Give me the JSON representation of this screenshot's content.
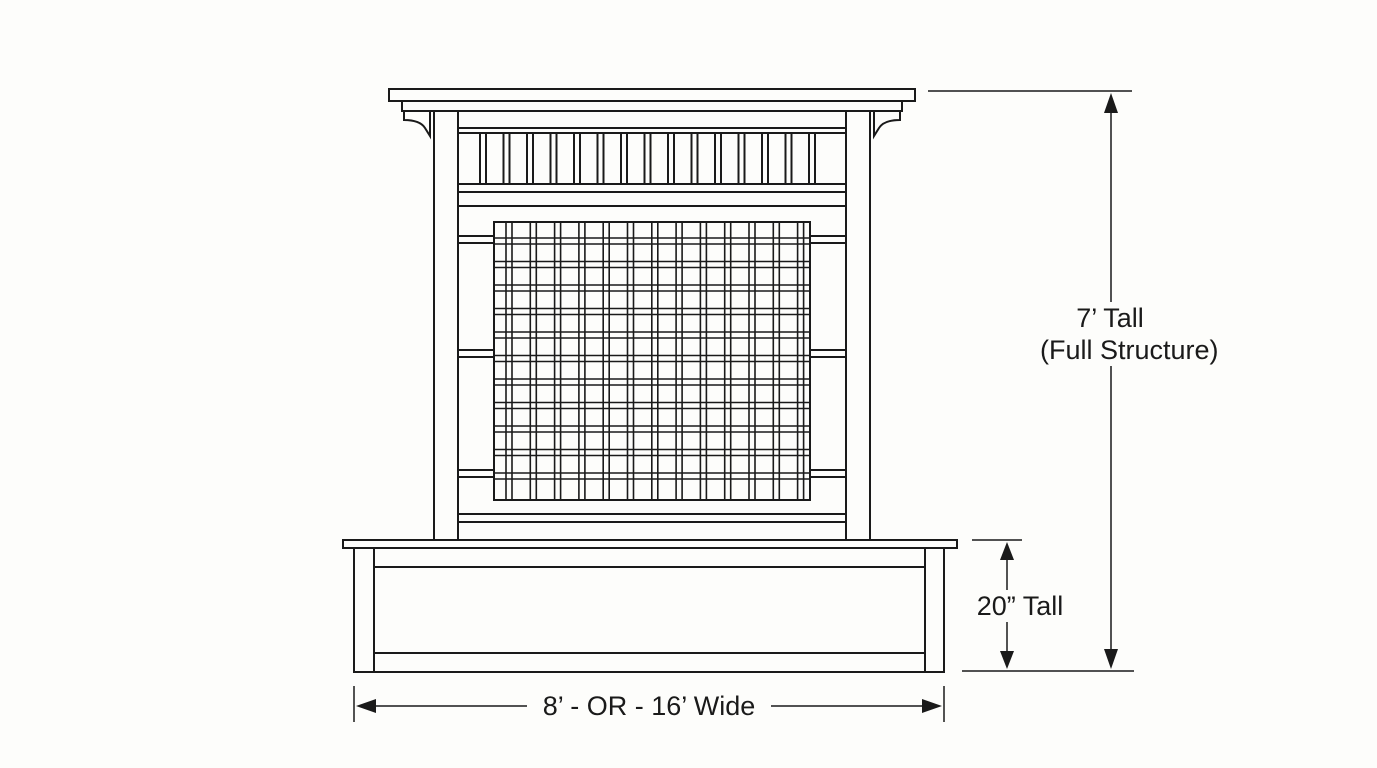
{
  "colors": {
    "ink": "#1a1a1a",
    "paper": "#fdfdfb"
  },
  "labels": {
    "height_total": "7’ Tall",
    "height_total_note": "(Full Structure)",
    "height_planter": "20” Tall",
    "width": "8’ - OR - 16’ Wide"
  }
}
